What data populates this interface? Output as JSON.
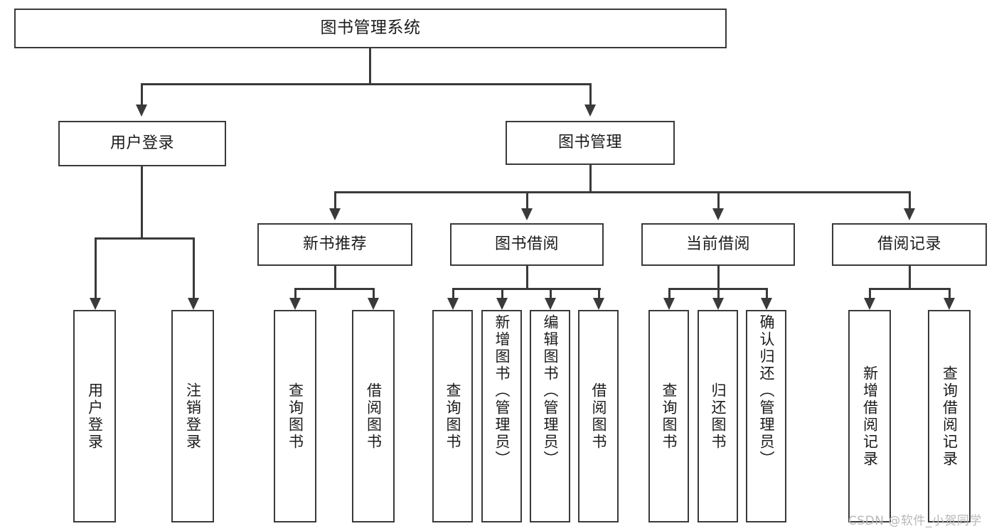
{
  "diagram": {
    "title": "图书管理系统",
    "type": "tree-hierarchy",
    "watermark": "CSDN @软件_小贺同学",
    "colors": {
      "stroke": "#3a3a3a",
      "fill": "#ffffff",
      "text": "#1b1b1b",
      "watermark": "#b8b8b8"
    }
  },
  "nodes": {
    "root": {
      "label": "图书管理系统"
    },
    "level2": [
      {
        "label": "用户登录"
      },
      {
        "label": "图书管理"
      }
    ],
    "level3": [
      {
        "label": "新书推荐"
      },
      {
        "label": "图书借阅"
      },
      {
        "label": "当前借阅"
      },
      {
        "label": "借阅记录"
      }
    ],
    "leaves": {
      "user_login": [
        {
          "label": "用户登录"
        },
        {
          "label": "注销登录"
        }
      ],
      "new_book_recommend": [
        {
          "label": "查询图书"
        },
        {
          "label": "借阅图书"
        }
      ],
      "book_borrow": [
        {
          "label": "查询图书"
        },
        {
          "label": "新增图书（管理员）"
        },
        {
          "label": "编辑图书（管理员）"
        },
        {
          "label": "借阅图书"
        }
      ],
      "current_borrow": [
        {
          "label": "查询图书"
        },
        {
          "label": "归还图书"
        },
        {
          "label": "确认归还（管理员）"
        }
      ],
      "borrow_record": [
        {
          "label": "新增借阅记录"
        },
        {
          "label": "查询借阅记录"
        }
      ]
    }
  }
}
